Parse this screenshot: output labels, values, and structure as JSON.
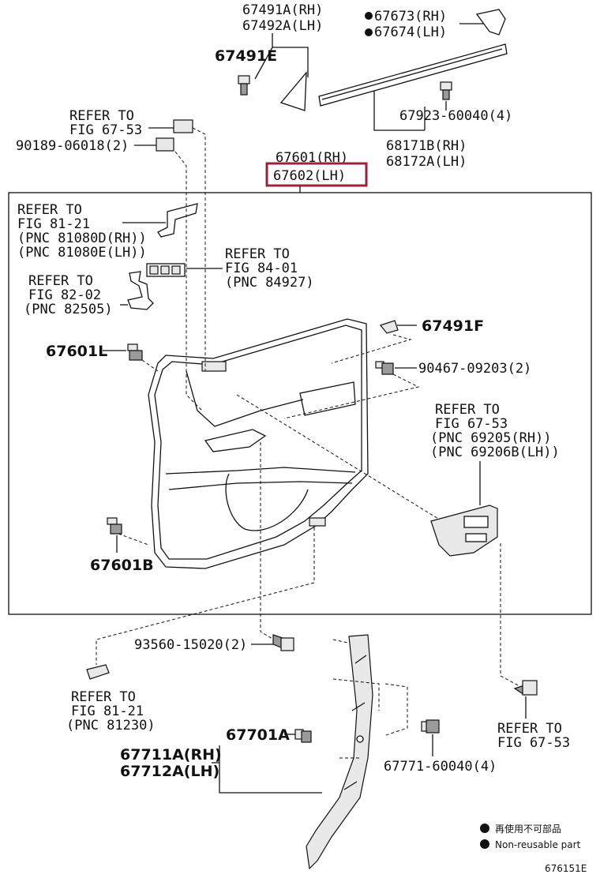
{
  "labels": {
    "p67491A": "67491A(RH)",
    "p67492A": "67492A(LH)",
    "p67491E": "67491E",
    "p67673": "67673(RH)",
    "p67674": "67674(LH)",
    "p67923": "67923-60040(4)",
    "p68171B": "68171B(RH)",
    "p68172A": "68172A(LH)",
    "refer_to": "REFER TO",
    "fig6753": "FIG 67-53",
    "p90189": "90189-06018(2)",
    "p67601RH": "67601(RH)",
    "p67602LH": "67602(LH)",
    "fig8121": "FIG 81-21",
    "pnc81080d": "(PNC 81080D(RH))",
    "pnc81080e": "(PNC 81080E(LH))",
    "fig8401": "FIG 84-01",
    "pnc84927": "(PNC 84927)",
    "fig8202": "FIG 82-02",
    "pnc82505": "(PNC 82505)",
    "p67491F": "67491F",
    "p67601L": "67601L",
    "p90467": "90467-09203(2)",
    "pnc69205": "(PNC 69205(RH))",
    "pnc69206b": "(PNC 69206B(LH))",
    "p67601B": "67601B",
    "p93560": "93560-15020(2)",
    "pnc81230": "(PNC 81230)",
    "p67701A": "67701A",
    "p67711A": "67711A(RH)",
    "p67712A": "67712A(LH)",
    "p67771": "67771-60040(4)",
    "legend_jp": "再使用不可部品",
    "legend_en": "Non-reusable part",
    "diagram_id": "676151E"
  },
  "highlight_color": "#a0203a"
}
